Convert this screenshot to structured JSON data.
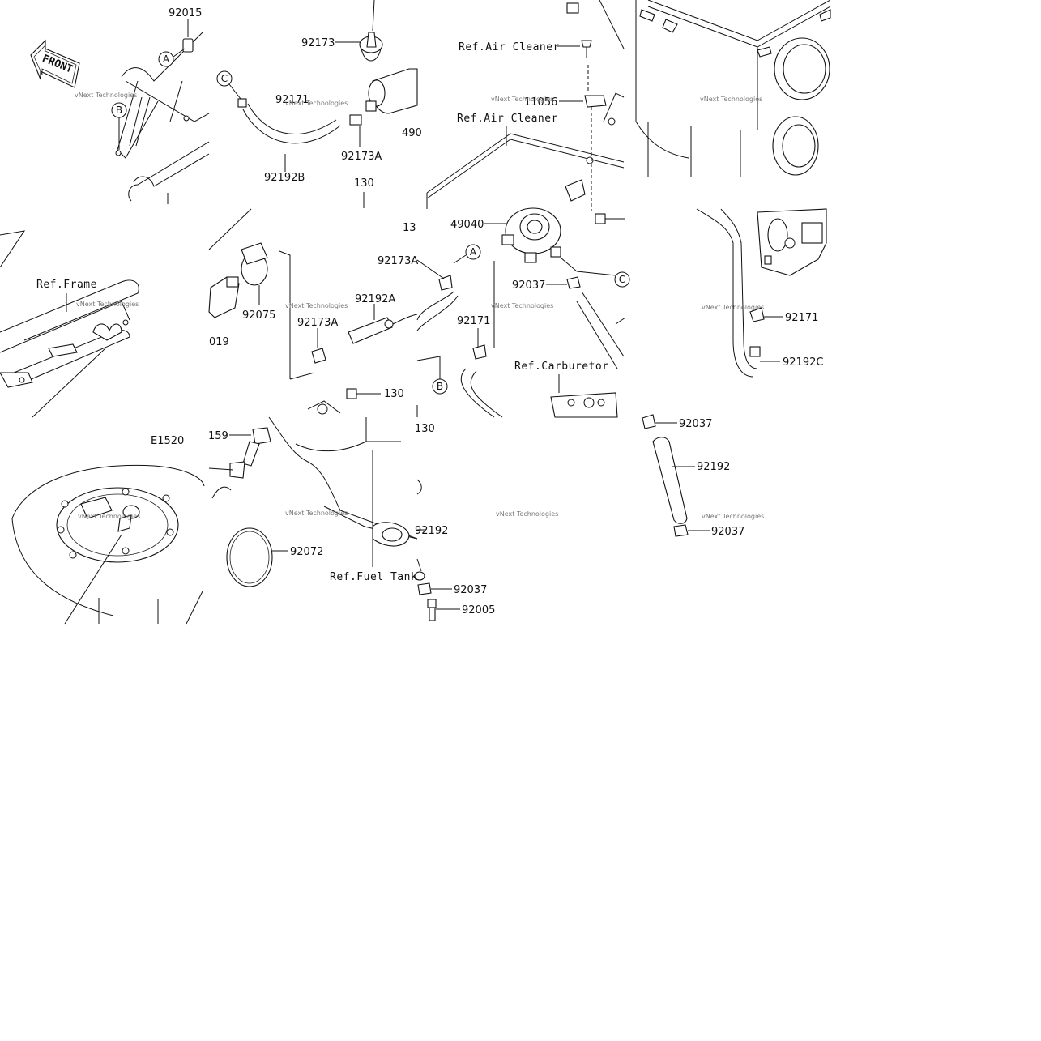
{
  "diagram": {
    "front_label": "FRONT",
    "sheet_code": "E1520",
    "watermark": "vNext Technologies",
    "callouts": [
      "A",
      "B",
      "C"
    ],
    "parts": {
      "p92015": "92015",
      "p92173": "92173",
      "p92171_top": "92171",
      "p92192B": "92192B",
      "p92173A_top": "92173A",
      "p130_top": "130",
      "p490": "490",
      "p11056": "11056",
      "p49040": "49040",
      "p13": "13",
      "p92173A_mid": "92173A",
      "p92037_mid": "92037",
      "p92075": "92075",
      "p019": "019",
      "p92192A": "92192A",
      "p92173A_left": "92173A",
      "p92171_mid": "92171",
      "p92171_right": "92171",
      "p92192C": "92192C",
      "p130_mid": "130",
      "p130_low": "130",
      "p159": "159",
      "p92072": "92072",
      "p92192_center": "92192",
      "p92037_center": "92037",
      "p92005": "92005",
      "p92037_right_top": "92037",
      "p92192_right": "92192",
      "p92037_right_bottom": "92037"
    },
    "refs": {
      "air_cleaner_1": "Ref.Air Cleaner",
      "air_cleaner_2": "Ref.Air Cleaner",
      "frame": "Ref.Frame",
      "carburetor": "Ref.Carburetor",
      "fuel_tank": "Ref.Fuel Tank"
    }
  }
}
